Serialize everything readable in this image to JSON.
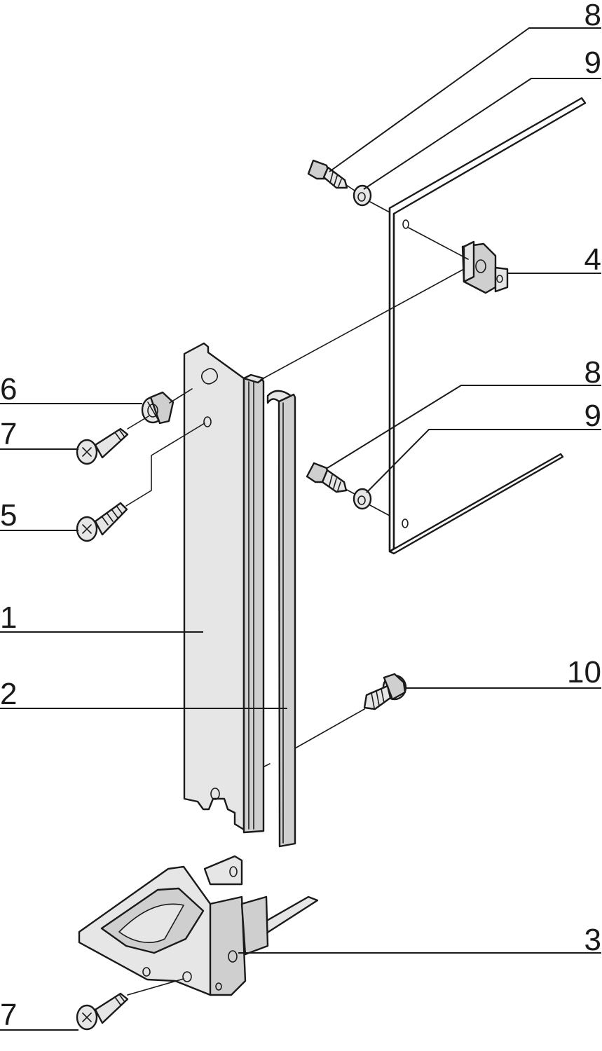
{
  "callouts": {
    "c8_top": "8",
    "c9_top": "9",
    "c4": "4",
    "c8_mid": "8",
    "c9_mid": "9",
    "c6": "6",
    "c7_top": "7",
    "c5": "5",
    "c1": "1",
    "c2": "2",
    "c10": "10",
    "c3": "3",
    "c7_bottom": "7"
  },
  "colors": {
    "line": "#1a1a1a",
    "part_light": "#e6e6e6",
    "part_mid": "#cfcfcf",
    "part_dark": "#a9a9a9",
    "background": "#ffffff"
  }
}
